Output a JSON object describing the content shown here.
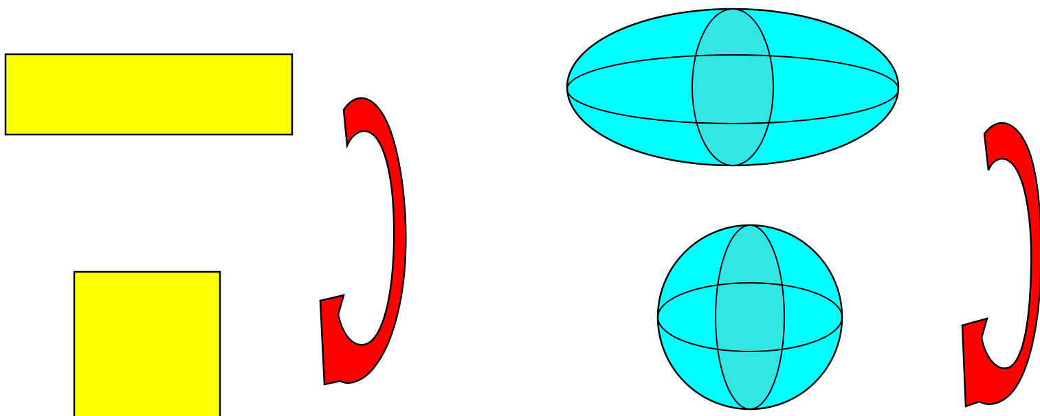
{
  "colors": {
    "background": "#ffffff",
    "rectangle_fill": "#ffff00",
    "ellipsoid_fill": "#00ffff",
    "ellipsoid_inner_fill": "#33e6e6",
    "arrow_fill": "#ff0000",
    "outline": "#000000"
  },
  "shapes": {
    "left_group": {
      "wide_rectangle": {
        "shape": "rectangle"
      },
      "tall_rectangle": {
        "shape": "rectangle"
      },
      "rotation_arrow": {
        "shape": "curved-arrow",
        "direction": "down"
      }
    },
    "right_group": {
      "ellipsoid": {
        "shape": "ellipsoid"
      },
      "sphere": {
        "shape": "sphere"
      },
      "rotation_arrow": {
        "shape": "curved-arrow",
        "direction": "down"
      }
    }
  }
}
